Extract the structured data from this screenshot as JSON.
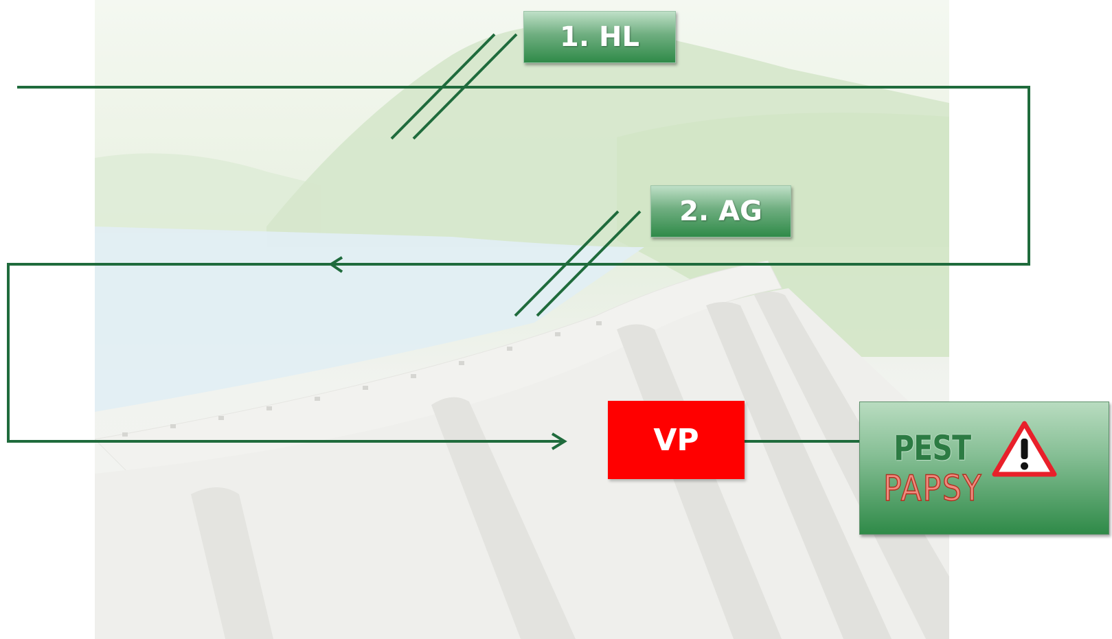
{
  "diagram": {
    "step1_label": "1. HL",
    "step2_label": "2. AG",
    "target_label": "VP",
    "pest_label": "PEST",
    "papsy_label": "PAPSY",
    "warning_icon": "warning-triangle-icon"
  },
  "colors": {
    "line": "#1f6b3c",
    "step_box": "#2f8a48",
    "target_box": "#ff0000",
    "papsy_text": "#f08a7e",
    "warning_red": "#e8202a"
  }
}
